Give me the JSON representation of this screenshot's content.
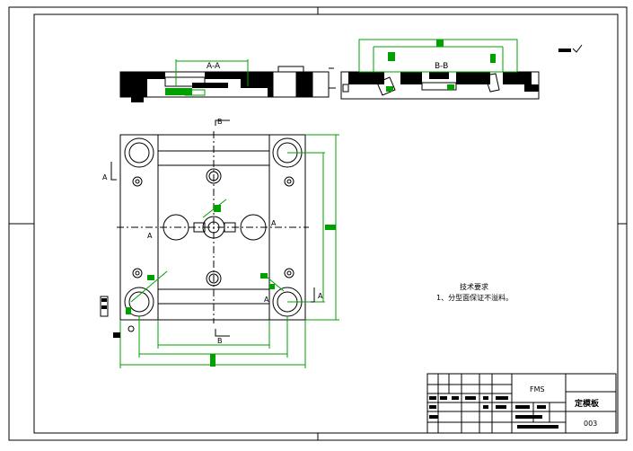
{
  "section_labels": {
    "section_aa": "A-A",
    "section_bb": "B-B",
    "cut_a": "A",
    "cut_b": "B"
  },
  "notes": {
    "heading": "技术要求",
    "item1": "1、分型面保证不溢料。"
  },
  "title_block": {
    "drawing_code": "FMS",
    "part_name": "定模板",
    "drawing_number": "003"
  },
  "colors": {
    "line": "#000000",
    "dimension": "#00a000",
    "fill": "#000000"
  }
}
